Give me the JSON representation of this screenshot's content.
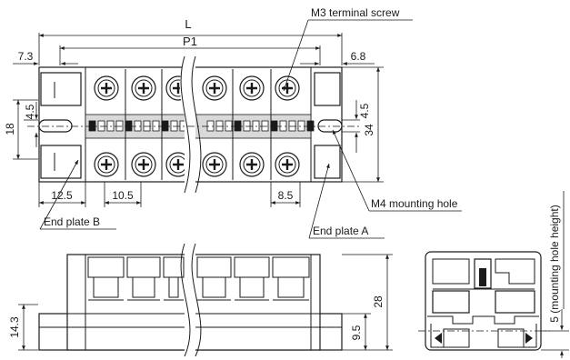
{
  "labels": {
    "overall_length": "L",
    "pitch_length": "P1",
    "left_offset": "7.3",
    "right_offset": "6.8",
    "terminal_screw": "M3 terminal screw",
    "height_18": "18",
    "hole_4_5_left": "4.5",
    "hole_4_5_right": "4.5",
    "width_34": "34",
    "dim_12_5": "12.5",
    "dim_10_5": "10.5",
    "dim_8_5": "8.5",
    "mounting_hole": "M4 mounting hole",
    "end_plate_b": "End plate B",
    "end_plate_a": "End plate A",
    "height_14_3": "14.3",
    "height_28": "28",
    "height_9_5": "9.5",
    "mounting_hole_height": "5 (mounting hole height)"
  },
  "colors": {
    "line": "#1a1a1a",
    "shade": "#d9d9d9",
    "background": "#ffffff"
  }
}
